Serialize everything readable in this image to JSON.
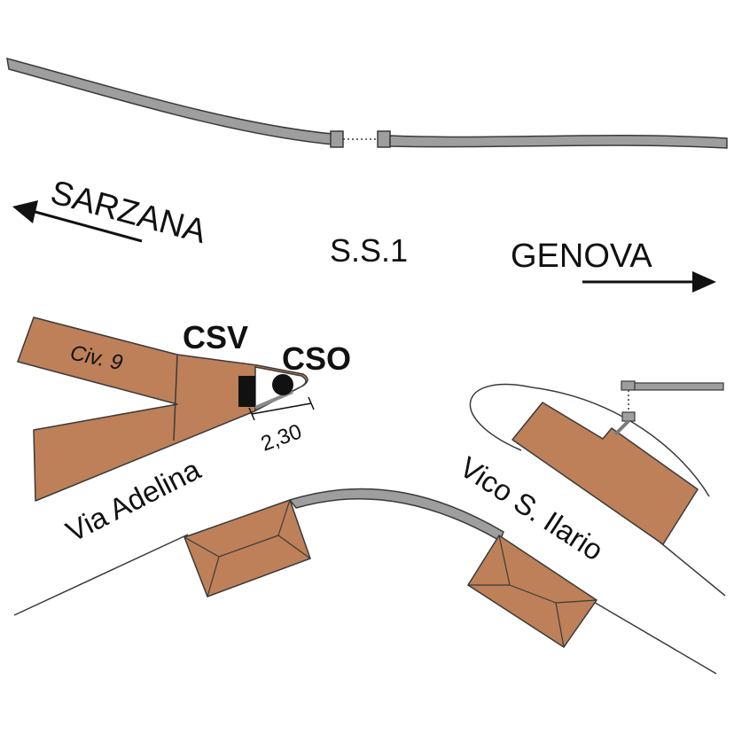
{
  "labels": {
    "road": "S.S.1",
    "direction_left": "SARZANA",
    "direction_right": "GENOVA",
    "civic": "Civ. 9",
    "csv": "CSV",
    "cso": "CSO",
    "distance": "2,30",
    "street_left": "Via Adelina",
    "street_right": "Vico S. Ilario"
  },
  "colors": {
    "building_fill": "#bd8058",
    "outline": "#3a3a3a",
    "wall_fill": "#9e9e9e",
    "marker": "#111111"
  }
}
